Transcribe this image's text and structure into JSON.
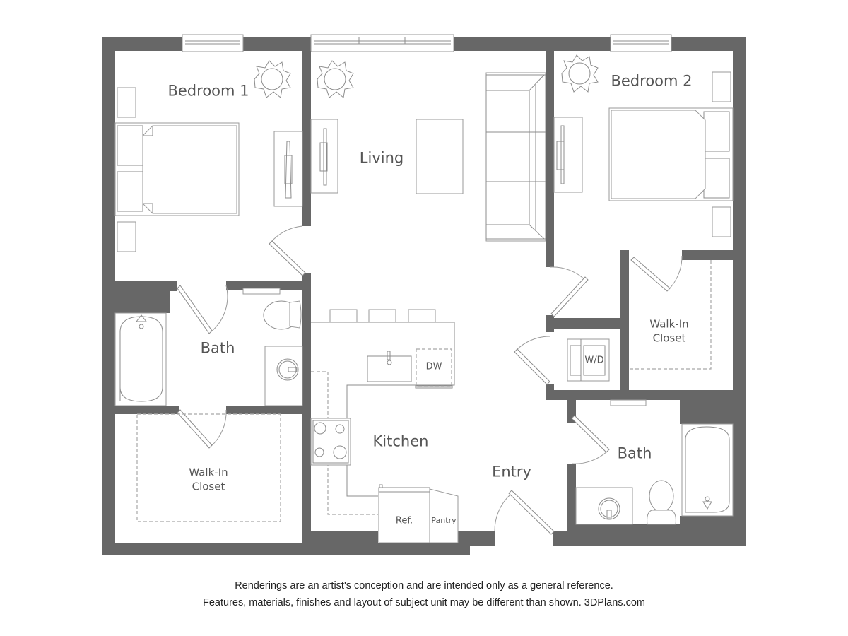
{
  "colors": {
    "wall": "#676767",
    "line": "#8c8c8c",
    "label": "#555555",
    "background": "#ffffff"
  },
  "rooms": {
    "bedroom1": "Bedroom 1",
    "living": "Living",
    "bedroom2": "Bedroom 2",
    "bath1": "Bath",
    "walkin1_line1": "Walk-In",
    "walkin1_line2": "Closet",
    "kitchen": "Kitchen",
    "entry": "Entry",
    "bath2": "Bath",
    "walkin2_line1": "Walk-In",
    "walkin2_line2": "Closet"
  },
  "fixtures": {
    "dishwasher": "DW",
    "washer_dryer": "W/D",
    "refrigerator": "Ref.",
    "pantry": "Pantry"
  },
  "footer": {
    "line1": "Renderings are an artist's conception and are intended only as a general reference.",
    "line2": "Features, materials, finishes and layout of subject unit may be different than shown. 3DPlans.com"
  }
}
